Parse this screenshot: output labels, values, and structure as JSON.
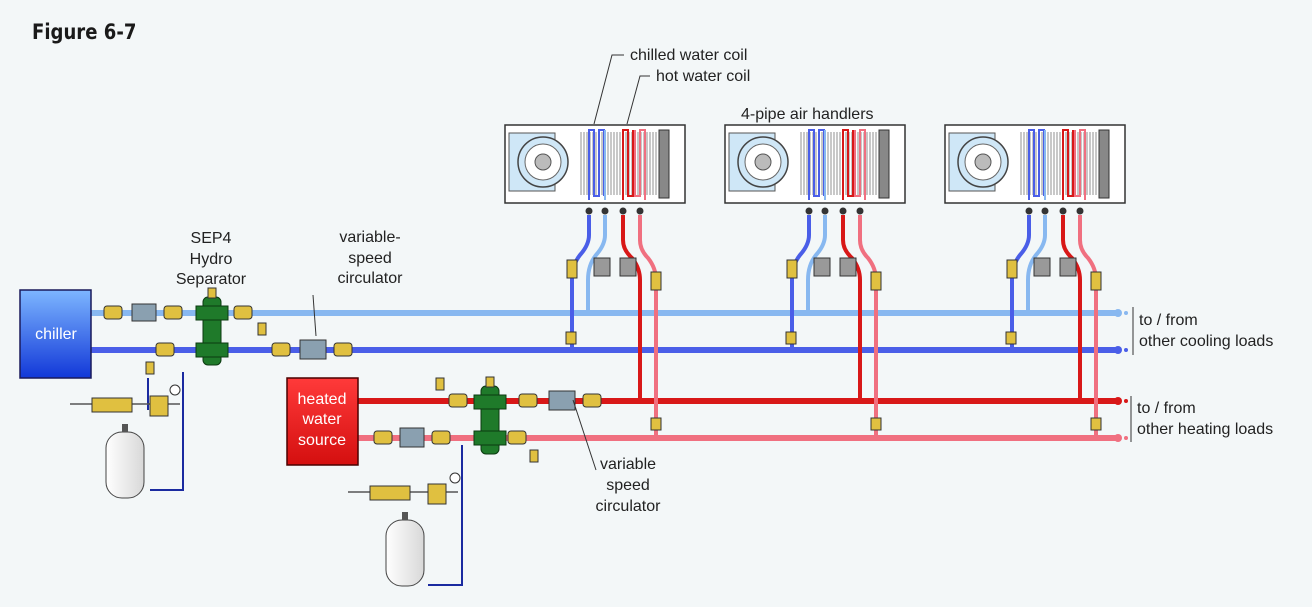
{
  "figure_title": "Figure 6-7",
  "labels": {
    "chilled_water_coil": "chilled water coil",
    "hot_water_coil": "hot water coil",
    "air_handlers": "4-pipe air handlers",
    "separator_line1": "SEP4",
    "separator_line2": "Hydro",
    "separator_line3": "Separator",
    "circ_top_line1": "variable-",
    "circ_top_line2": "speed",
    "circ_top_line3": "circulator",
    "circ_bottom_line1": "variable",
    "circ_bottom_line2": "speed",
    "circ_bottom_line3": "circulator",
    "chiller": "chiller",
    "heated_line1": "heated",
    "heated_line2": "water",
    "heated_line3": "source",
    "cooling_loads_line1": "to / from",
    "cooling_loads_line2": "other cooling loads",
    "heating_loads_line1": "to / from",
    "heating_loads_line2": "other heating loads"
  },
  "colors": {
    "chilled_supply": "#4a5ee8",
    "chilled_return": "#88b8f0",
    "hot_supply": "#d81818",
    "hot_return": "#f07080",
    "separator": "#1f7a2a",
    "valve_brass": "#e0c040",
    "background": "#f3f7f8"
  }
}
